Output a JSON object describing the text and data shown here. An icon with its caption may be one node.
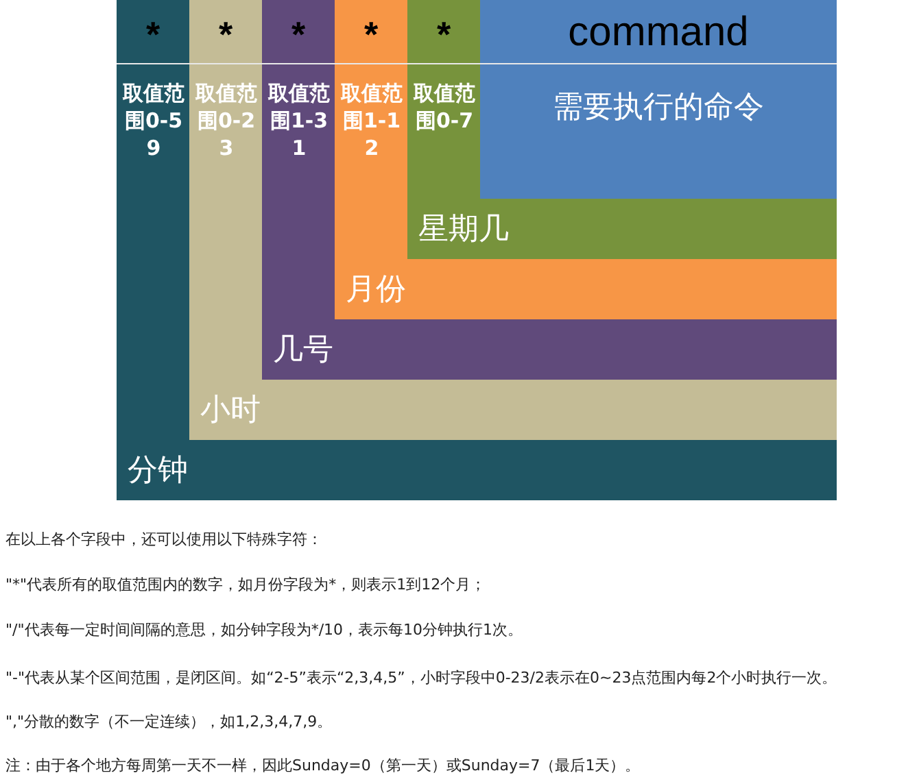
{
  "diagram": {
    "nodes": [
      {
        "text": [
          "*",
          "取值范围0-59",
          "分钟"
        ]
      },
      {
        "text": [
          "*",
          "取值范围0-23",
          "小时"
        ],
        "in": 0
      },
      {
        "text": [
          "*",
          "取值范围1-31",
          "几号"
        ],
        "in": 1
      },
      {
        "text": [
          "*",
          "取值范围1-12",
          "月份"
        ],
        "in": 2
      },
      {
        "text": [
          "*",
          "取值范围0-7",
          "星期几"
        ],
        "in": 3
      },
      {
        "text": [
          "command",
          "需要执行的命令"
        ],
        "in": 4
      }
    ],
    "labels": [
      "在以上各个字段中，还可以使用以下特殊字符：",
      "\"*\"代表所有的取值范围内的数字，如月份字段为*，则表示1到12个月；",
      "\"/\"代表每一定时间间隔的意思，如分钟字段为*/10，表示每10分钟执行1次。",
      "\"-\"代表从某个区间范围，是闭区间。如“2-5”表示“2,3,4,5”，小时字段中0-23/2表示在0~23点范围内每2个小时执行一次。",
      "\",\"分散的数字（不一定连续），如1,2,3,4,7,9。",
      "注：由于各个地方每周第一天不一样，因此Sunday=0（第一天）或Sunday=7（最后1天）。"
    ]
  }
}
